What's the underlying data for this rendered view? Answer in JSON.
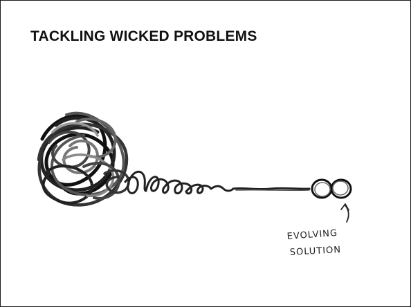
{
  "slide": {
    "title": "TACKLING WICKED PROBLEMS"
  },
  "illustration": {
    "annotation_line1": "EVOLVING",
    "annotation_line2": "SOLUTION"
  }
}
